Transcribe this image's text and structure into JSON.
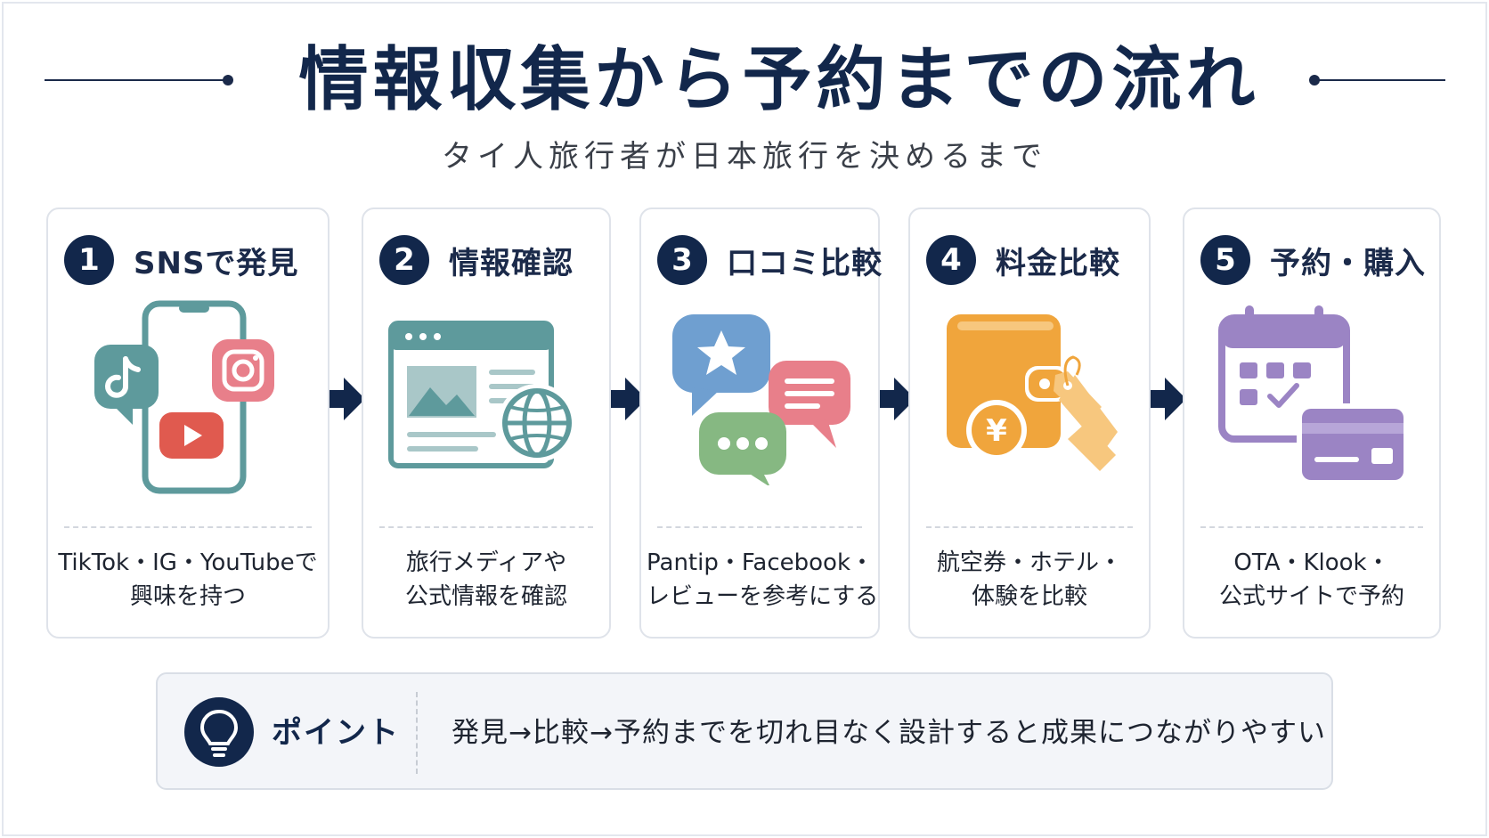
{
  "title": "情報収集から予約までの流れ",
  "subtitle": "タイ人旅行者が日本旅行を決めるまで",
  "steps": [
    {
      "number": "1",
      "title": "SNSで発見",
      "icon": "smartphone-sns-icon",
      "desc": [
        "TikTok・IG・YouTubeで",
        "興味を持つ"
      ]
    },
    {
      "number": "2",
      "title": "情報確認",
      "icon": "browser-globe-icon",
      "desc": [
        "旅行メディアや",
        "公式情報を確認"
      ]
    },
    {
      "number": "3",
      "title": "口コミ比較",
      "icon": "speech-bubbles-icon",
      "desc": [
        "Pantip・Facebook・",
        "レビューを参考にする"
      ]
    },
    {
      "number": "4",
      "title": "料金比較",
      "icon": "wallet-price-tag-icon",
      "desc": [
        "航空券・ホテル・",
        "体験を比較"
      ]
    },
    {
      "number": "5",
      "title": "予約・購入",
      "icon": "calendar-credit-card-icon",
      "desc": [
        "OTA・Klook・",
        "公式サイトで予約"
      ]
    }
  ],
  "point": {
    "label": "ポイント",
    "text": "発見→比較→予約までを切れ目なく設計すると成果につながりやすい",
    "icon": "lightbulb-icon"
  },
  "colors": {
    "navy": "#12274b",
    "teal": "#5e9a9c",
    "red": "#e05a4f",
    "pink": "#e87f8a",
    "blue": "#6f9fd0",
    "green": "#86b882",
    "orange": "#f0a53c",
    "purple": "#9b84c4"
  }
}
